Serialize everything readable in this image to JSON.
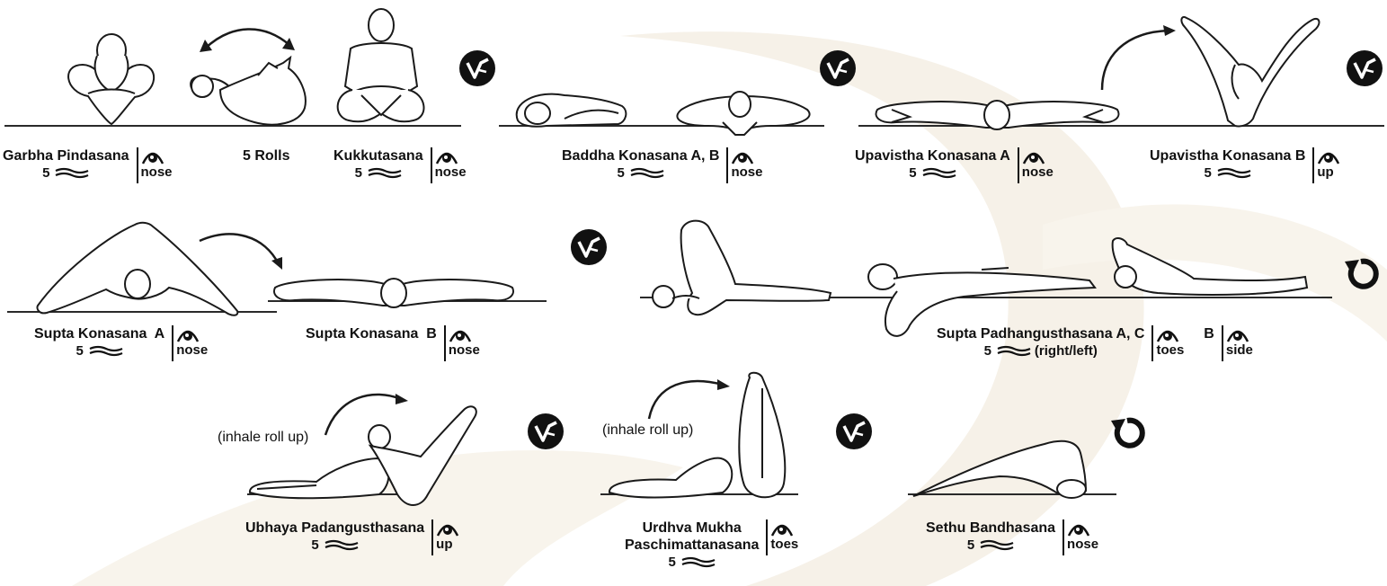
{
  "poses": [
    {
      "id": "garbha",
      "name": "Garbha Pindasana",
      "breaths": "5",
      "gaze": "nose"
    },
    {
      "id": "kukkuta",
      "name": "Kukkutasana",
      "breaths": "5",
      "gaze": "nose"
    },
    {
      "id": "baddha",
      "name": "Baddha Konasana A, B",
      "breaths": "5",
      "gaze": "nose"
    },
    {
      "id": "upav_a",
      "name": "Upavistha Konasana A",
      "breaths": "5",
      "gaze": "nose"
    },
    {
      "id": "upav_b",
      "name": "Upavistha Konasana B",
      "breaths": "5",
      "gaze": "up"
    },
    {
      "id": "supta_a",
      "name": "Supta Konasana  A",
      "breaths": "5",
      "gaze": "nose"
    },
    {
      "id": "supta_b",
      "name": "Supta Konasana  B",
      "gaze": "nose"
    },
    {
      "id": "spad",
      "name": "Supta Padhangusthasana A, C",
      "breaths": "5",
      "breath_note": "(right/left)",
      "gaze": "toes",
      "gaze_b_label": "B",
      "gaze_b": "side"
    },
    {
      "id": "ubhaya",
      "name": "Ubhaya Padangusthasana",
      "breaths": "5",
      "gaze": "up"
    },
    {
      "id": "urdhva",
      "name": "Urdhva Mukha",
      "name_line2": "Paschimattanasana",
      "breaths": "5",
      "gaze": "toes"
    },
    {
      "id": "sethu",
      "name": "Sethu Bandhasana",
      "breaths": "5",
      "gaze": "nose"
    }
  ],
  "rolls_label": "5 Rolls",
  "inhale_label_1": "(inhale roll up)",
  "inhale_label_2": "(inhale roll up)",
  "icons": {
    "vinyasa": "vinyasa-icon",
    "repeat": "repeat-other-side-icon",
    "gaze": "drishti-eye-icon",
    "breath": "breath-wave-icon"
  },
  "colors": {
    "line": "#1a1a1a",
    "badge": "#111111",
    "watermark": "#f4efe6"
  }
}
